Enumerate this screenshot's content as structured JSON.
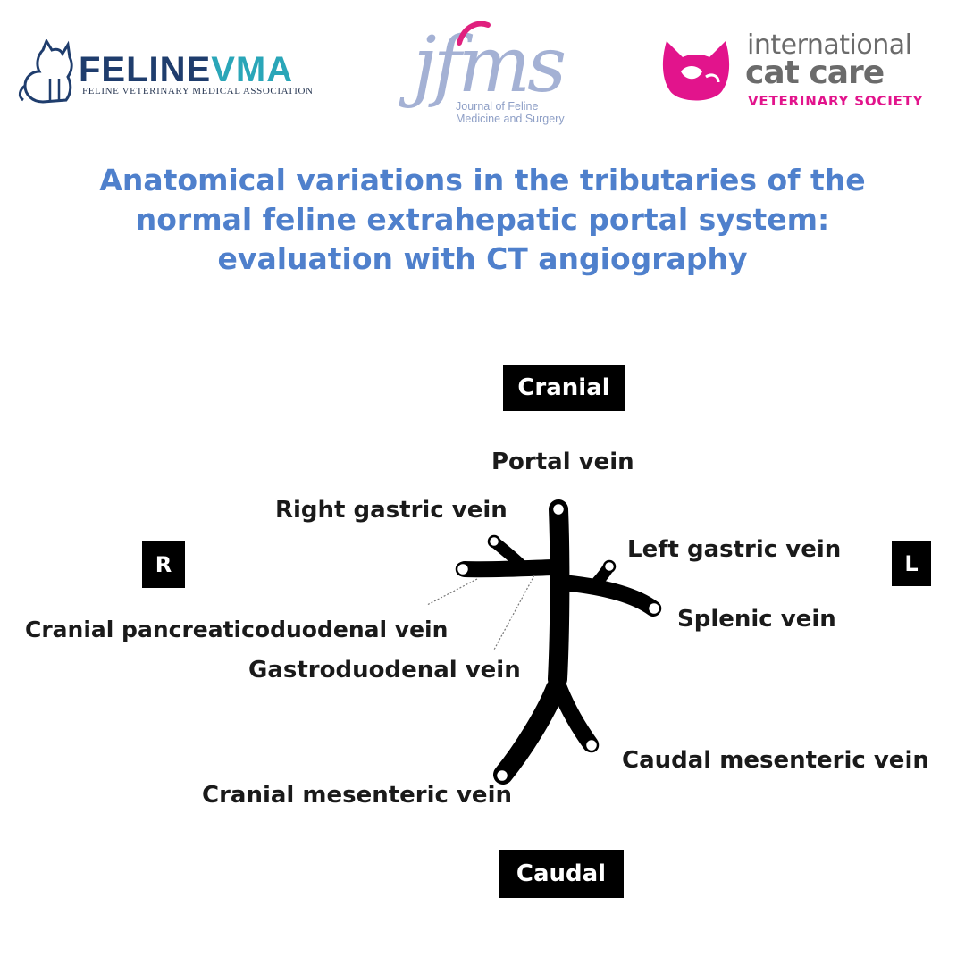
{
  "logos": {
    "feline_vma": {
      "wordmark": "FELINEVMA",
      "wordmark_part1": "FELINE",
      "wordmark_part2": "VMA",
      "subtitle": "FELINE VETERINARY MEDICAL ASSOCIATION"
    },
    "jfms": {
      "mark": "jfms",
      "subtitle_line1": "Journal of Feline",
      "subtitle_line2": "Medicine and Surgery"
    },
    "icc": {
      "line1": "international",
      "line2": "cat care",
      "line3": "VETERINARY SOCIETY"
    }
  },
  "title": {
    "line1": "Anatomical variations in the tributaries of the",
    "line2": "normal feline extrahepatic portal system:",
    "line3": "evaluation with CT angiography"
  },
  "diagram": {
    "orientation": {
      "cranial": "Cranial",
      "caudal": "Caudal",
      "right": "R",
      "left": "L"
    },
    "vessels": {
      "portal_vein": "Portal vein",
      "right_gastric_vein": "Right gastric vein",
      "left_gastric_vein": "Left gastric vein",
      "splenic_vein": "Splenic vein",
      "cranial_pancreaticoduodenal_vein": "Cranial pancreaticoduodenal vein",
      "gastroduodenal_vein": "Gastroduodenal vein",
      "caudal_mesenteric_vein": "Caudal mesenteric vein",
      "cranial_mesenteric_vein": "Cranial mesenteric vein"
    }
  },
  "colors": {
    "title_blue": "#4f80cc",
    "fvma_dark": "#1f3d6d",
    "fvma_teal": "#2aa6b8",
    "jfms_blue": "#a4b1d4",
    "jfms_magenta": "#e0207e",
    "icc_pink": "#e2148c",
    "icc_gray": "#6b6b6b",
    "vessel": "#000000"
  }
}
